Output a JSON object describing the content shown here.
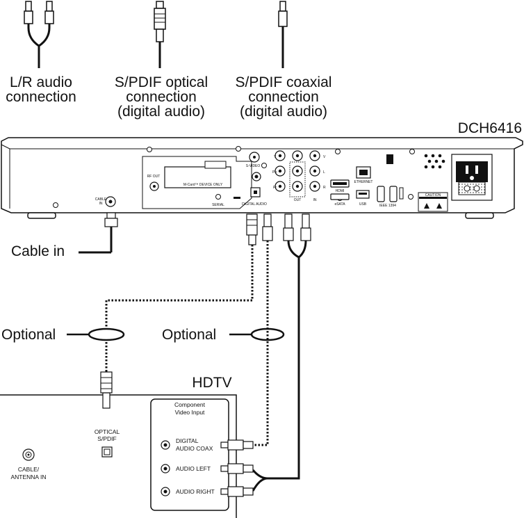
{
  "cable_types": {
    "lr_audio": {
      "line1": "L/R audio",
      "line2": "connection"
    },
    "optical": {
      "line1": "S/PDIF optical",
      "line2": "connection",
      "line3": "(digital audio)"
    },
    "coaxial": {
      "line1": "S/PDIF coaxial",
      "line2": "connection",
      "line3": "(digital audio)"
    }
  },
  "device": {
    "model": "DCH6416",
    "rear_panel": {
      "rf_out": "RF OUT",
      "cable_in": [
        "CABLE",
        "IN"
      ],
      "mcard": "M-Card™ DEVICE ONLY",
      "serial": "SERIAL",
      "s_video": "S-VIDEO",
      "digital_audio": "DIGITAL AUDIO",
      "out": "OUT",
      "in": "IN",
      "rca_labels": [
        "Y",
        "Pb",
        "Pr",
        "L",
        "R",
        "V"
      ],
      "hdmi": "HDMI",
      "esata": "eSATA",
      "ethernet": "ETHERNET",
      "usb": "USB",
      "ieee1394": "IEEE 1394",
      "caution": "CAUTION"
    }
  },
  "connections": {
    "cable_in": "Cable in",
    "optional_left": "Optional",
    "optional_right": "Optional"
  },
  "tv": {
    "title": "HDTV",
    "optical_label": [
      "OPTICAL",
      "S/PDIF"
    ],
    "antenna_label": [
      "CABLE/",
      "ANTENNA IN"
    ],
    "component_title": [
      "Component",
      "Video Input"
    ],
    "inputs": [
      "DIGITAL",
      "AUDIO COAX",
      "AUDIO LEFT",
      "AUDIO RIGHT"
    ]
  }
}
